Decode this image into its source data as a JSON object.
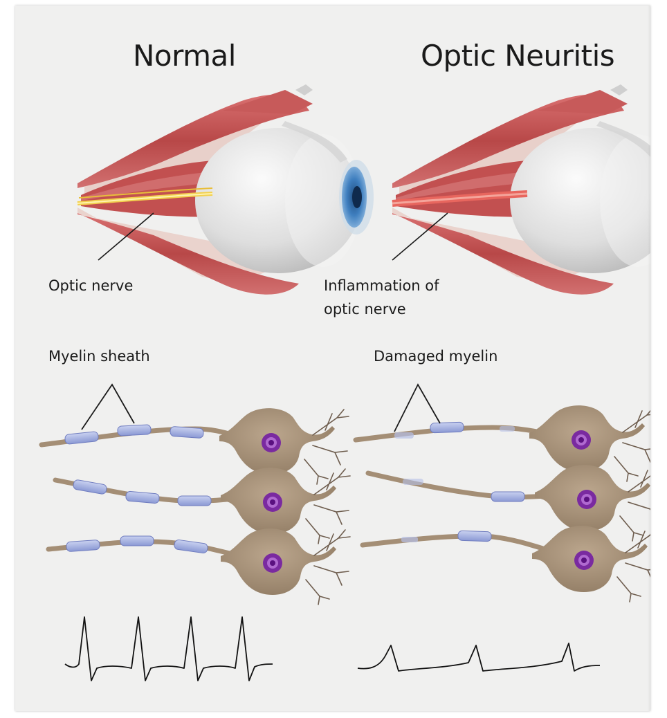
{
  "titles": {
    "normal": "Normal",
    "optic_neuritis": "Optic Neuritis"
  },
  "labels": {
    "optic_nerve": "Optic nerve",
    "inflammation_line1": "Inflammation of",
    "inflammation_line2": "optic nerve",
    "myelin_sheath": "Myelin sheath",
    "damaged_myelin": "Damaged myelin"
  },
  "icons": {
    "eye_normal": "eye-with-healthy-optic-nerve",
    "eye_neuritis": "eye-with-inflamed-optic-nerve",
    "neuron": "neuron-with-myelinated-axon",
    "signal": "nerve-signal-waveform"
  },
  "colors": {
    "background": "#f0f0ef",
    "muscle": "#c65555",
    "eyeball": "#e6e6e6",
    "iris": "#3f7fbf",
    "healthy_nerve": "#f2d04e",
    "inflamed_nerve": "#e8665e",
    "myelin": "#a9b5e3",
    "neuron_body": "#a48e75",
    "nucleus": "#7a2aa0"
  }
}
